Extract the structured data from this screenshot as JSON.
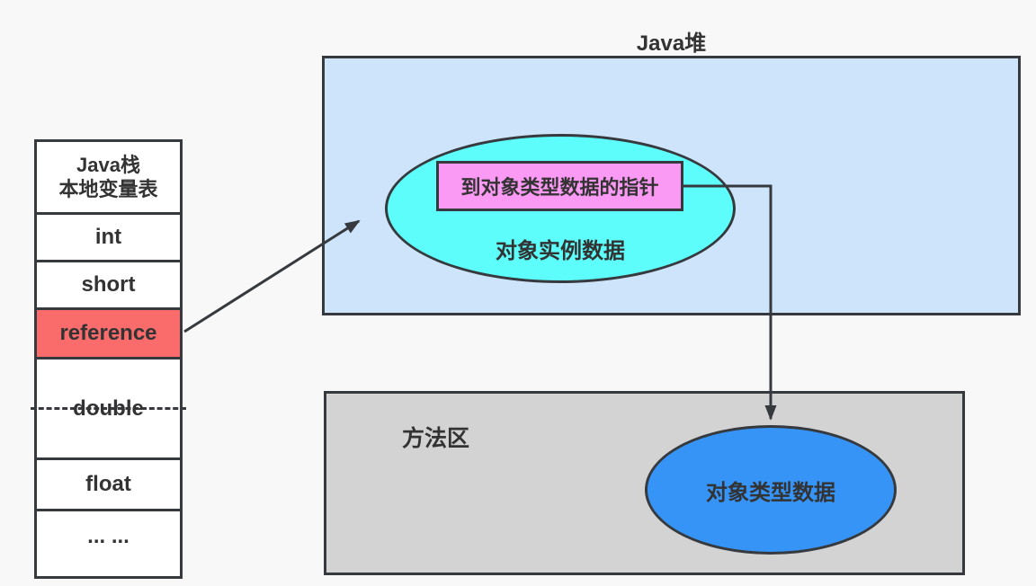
{
  "colors": {
    "background": "#F8F8F8",
    "stroke": "#363A3E",
    "text": "#333333",
    "cell-fill": "#FFFFFF",
    "reference-fill": "#FA6B6B",
    "heap-fill": "#CDE4FA",
    "instance-fill": "#5CFDFB",
    "pointer-fill": "#FB9AF5",
    "method-fill": "#D3D3D3",
    "type-fill": "#3794F7"
  },
  "stack": {
    "header": {
      "line1": "Java栈",
      "line2": "本地变量表"
    },
    "rows": [
      {
        "label": "int"
      },
      {
        "label": "short"
      },
      {
        "label": "reference"
      },
      {
        "label": "double"
      },
      {
        "label": "float"
      },
      {
        "label": "... ..."
      }
    ]
  },
  "heap": {
    "title": "Java堆",
    "pointer_box_label": "到对象类型数据的指针",
    "instance_ellipse_label": "对象实例数据"
  },
  "method_area": {
    "title": "方法区",
    "type_ellipse_label": "对象类型数据"
  }
}
